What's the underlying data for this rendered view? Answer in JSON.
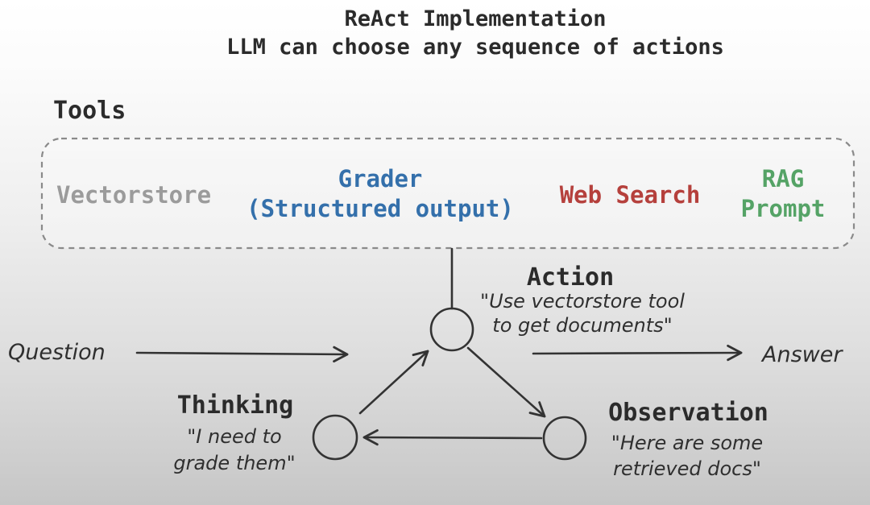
{
  "title": {
    "line1": "ReAct Implementation",
    "line2": "LLM can choose any sequence of actions"
  },
  "tools": {
    "label": "Tools",
    "items": [
      {
        "id": "vectorstore",
        "label": "Vectorstore",
        "color": "#9b9b9b"
      },
      {
        "id": "grader",
        "label": "Grader\n(Structured output)",
        "color": "#3470ab"
      },
      {
        "id": "web-search",
        "label": "Web Search",
        "color": "#b5403c"
      },
      {
        "id": "rag-prompt",
        "label": "RAG\nPrompt",
        "color": "#55a366"
      }
    ]
  },
  "flow": {
    "input_label": "Question",
    "output_label": "Answer"
  },
  "nodes": {
    "action": {
      "label": "Action",
      "quote": "\"Use vectorstore tool\nto get documents\""
    },
    "thinking": {
      "label": "Thinking",
      "quote": "\"I need to\ngrade them\""
    },
    "observation": {
      "label": "Observation",
      "quote": "\"Here are some\nretrieved docs\""
    }
  },
  "colors": {
    "ink": "#333333",
    "text": "#2b2b2b",
    "box_border": "#8a8a8a"
  }
}
